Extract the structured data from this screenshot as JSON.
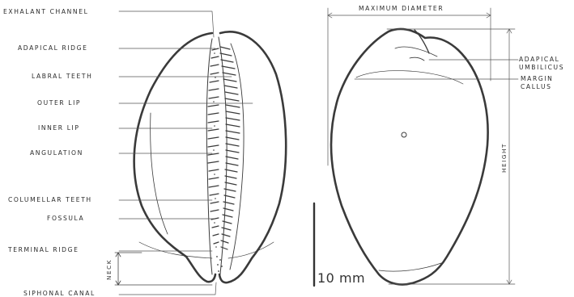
{
  "left_view": {
    "labels": [
      "EXHALANT CHANNEL",
      "ADAPICAL RIDGE",
      "LABRAL TEETH",
      "OUTER LIP",
      "INNER LIP",
      "ANGULATION",
      "COLUMELLAR TEETH",
      "FOSSULA",
      "TERMINAL RIDGE",
      "SIPHONAL CANAL"
    ],
    "neck_label": "NECK"
  },
  "right_view": {
    "top_dimension": "MAXIMUM DIAMETER",
    "side_dimension": "HEIGHT",
    "label_adapical_umbilicus": "ADAPICAL UMBILICUS",
    "label_margin_callus": "MARGIN CALLUS"
  },
  "scale_bar": {
    "label": "10 mm"
  }
}
